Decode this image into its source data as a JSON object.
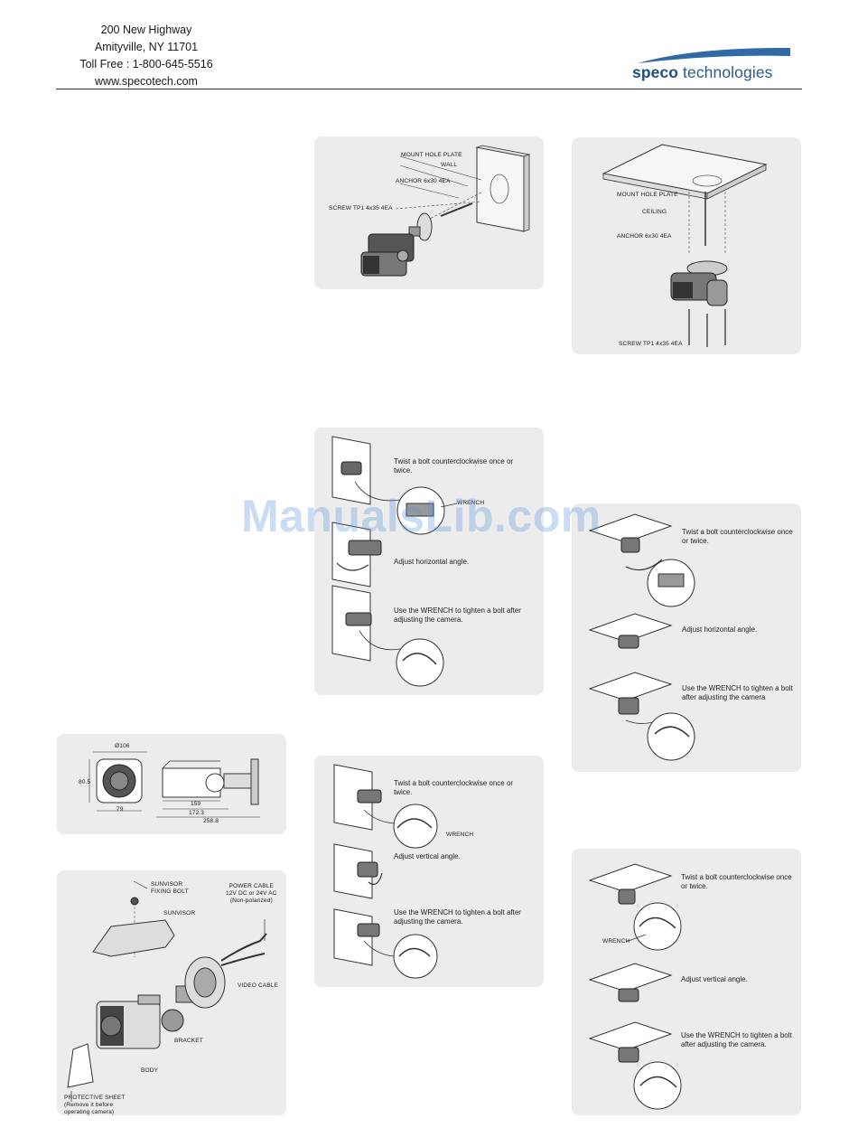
{
  "header": {
    "address_line1": "200 New Highway",
    "address_line2": "Amityville, NY 11701",
    "toll_free": "Toll Free : 1-800-645-5516",
    "website": "www.specotech.com",
    "logo_bold": "speco",
    "logo_rest": " technologies",
    "logo_color": "#2a5a8c"
  },
  "wall_mount": {
    "mount_hole_plate": "MOUNT HOLE PLATE",
    "wall": "WALL",
    "anchor": "ANCHOR 6x30 4EA",
    "screw": "SCREW TP1 4x35 4EA"
  },
  "ceiling_mount": {
    "mount_hole_plate": "MOUNT HOLE PLATE",
    "ceiling": "CEILING",
    "anchor": "ANCHOR 6x30 4EA",
    "screw": "SCREW TP1 4x35 4EA"
  },
  "wall_horizontal": {
    "step1": "Twist a bolt counterclockwise once or twice.",
    "wrench": "WRENCH",
    "step2": "Adjust horizontal angle.",
    "step3": "Use the WRENCH to tighten a bolt after adjusting the camera."
  },
  "wall_vertical": {
    "step1": "Twist a bolt counterclockwise once or twice.",
    "wrench": "WRENCH",
    "step2": "Adjust vertical angle.",
    "step3": "Use the WRENCH to tighten a bolt after adjusting the camera."
  },
  "ceiling_horizontal": {
    "step1": "Twist a bolt counterclockwise once or twice.",
    "step2": "Adjust horizontal angle.",
    "step3": "Use the WRENCH to tighten a bolt after adjusting the camera"
  },
  "ceiling_vertical": {
    "step1": "Twist a bolt counterclockwise once or twice.",
    "wrench": "WRENCH",
    "step2": "Adjust vertical angle.",
    "step3": "Use the WRENCH to tighten a bolt after adjusting the camera."
  },
  "dimensions": {
    "diameter": "Ø106",
    "height": "80.5",
    "width": "79",
    "d1": "159",
    "d2": "172.3",
    "d3": "258.8"
  },
  "parts": {
    "sunvisor_fixing_bolt": "SUNVISOR\nFIXING BOLT",
    "sunvisor": "SUNVISOR",
    "power_cable": "POWER CABLE\n12V DC or 24V AC\n(Non-polarized)",
    "video_cable": "VIDEO CABLE",
    "bracket": "BRACKET",
    "body": "BODY",
    "protective_sheet": "PROTECTIVE SHEET\n(Remove it before\noperating camera)"
  },
  "watermark": "ManualsLib.com"
}
